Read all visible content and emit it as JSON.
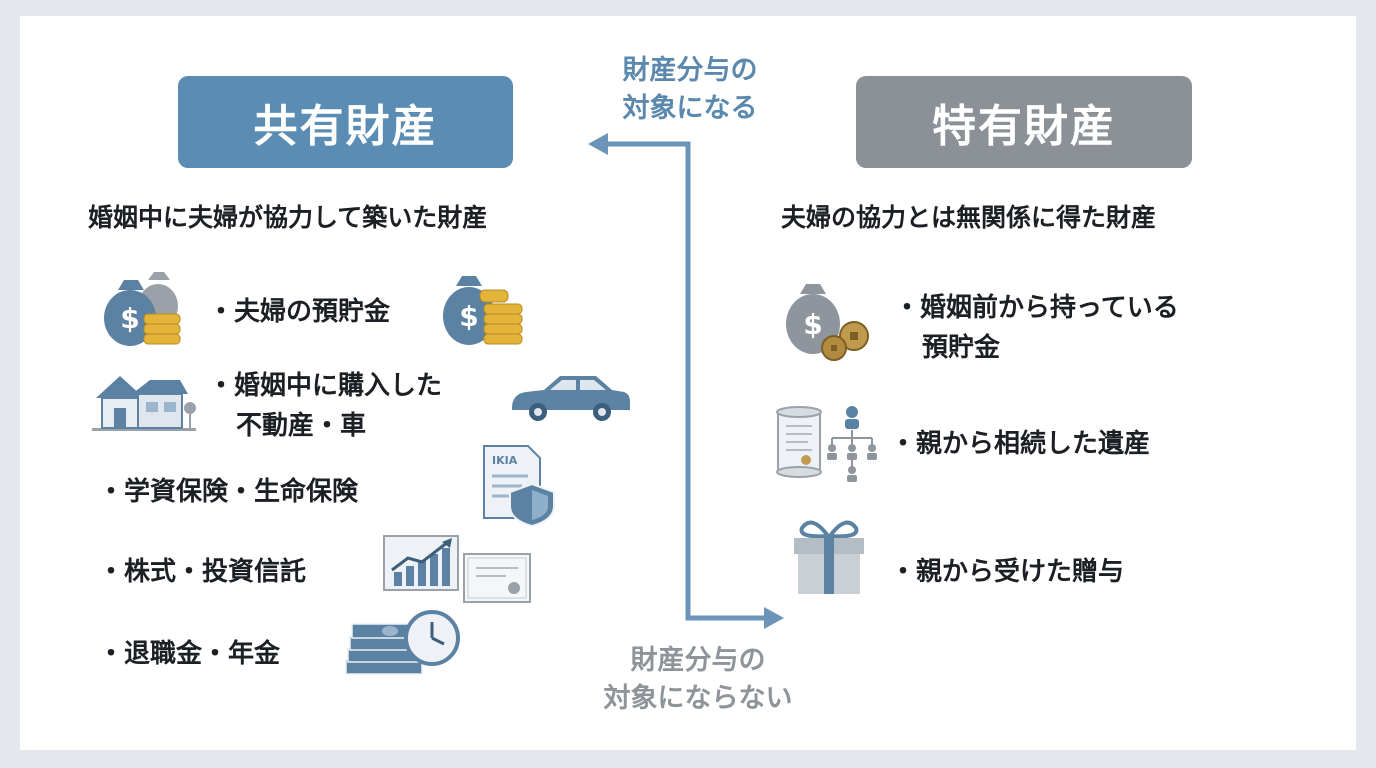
{
  "diagram": {
    "left": {
      "title": "共有財産",
      "subtitle": "婚姻中に夫婦が協力して築いた財産",
      "items": [
        {
          "label": "・夫婦の預貯金",
          "icon": "money-bag-coins-icon"
        },
        {
          "label_lines": [
            "・婚姻中に購入した",
            "不動産・車"
          ],
          "icon": "house-car-icon"
        },
        {
          "label": "・学資保険・生命保険",
          "icon": "insurance-document-icon"
        },
        {
          "label": "・株式・投資信託",
          "icon": "stock-chart-certificate-icon"
        },
        {
          "label": "・退職金・年金",
          "icon": "cash-clock-icon"
        }
      ]
    },
    "right": {
      "title": "特有財産",
      "subtitle": "夫婦の協力とは無関係に得た財産",
      "items": [
        {
          "label_lines": [
            "・婚姻前から持っている",
            "預貯金"
          ],
          "icon": "money-bag-coins-icon"
        },
        {
          "label": "・親から相続した遺産",
          "icon": "inheritance-tree-icon"
        },
        {
          "label": "・親から受けた贈与",
          "icon": "gift-box-icon"
        }
      ]
    },
    "arrow_top": {
      "lines": [
        "財産分与の",
        "対象になる"
      ]
    },
    "arrow_bottom": {
      "lines": [
        "財産分与の",
        "対象にならない"
      ]
    },
    "colors": {
      "left_header": "#5b8db4",
      "right_header": "#8b9196",
      "arrow": "#6b94b8",
      "arrow_top_text": "#5b88ad",
      "arrow_bottom_text": "#8e9499",
      "icon_blue": "#5b82a3",
      "icon_gray": "#8e959c",
      "coin_gold": "#e3b43a"
    }
  }
}
